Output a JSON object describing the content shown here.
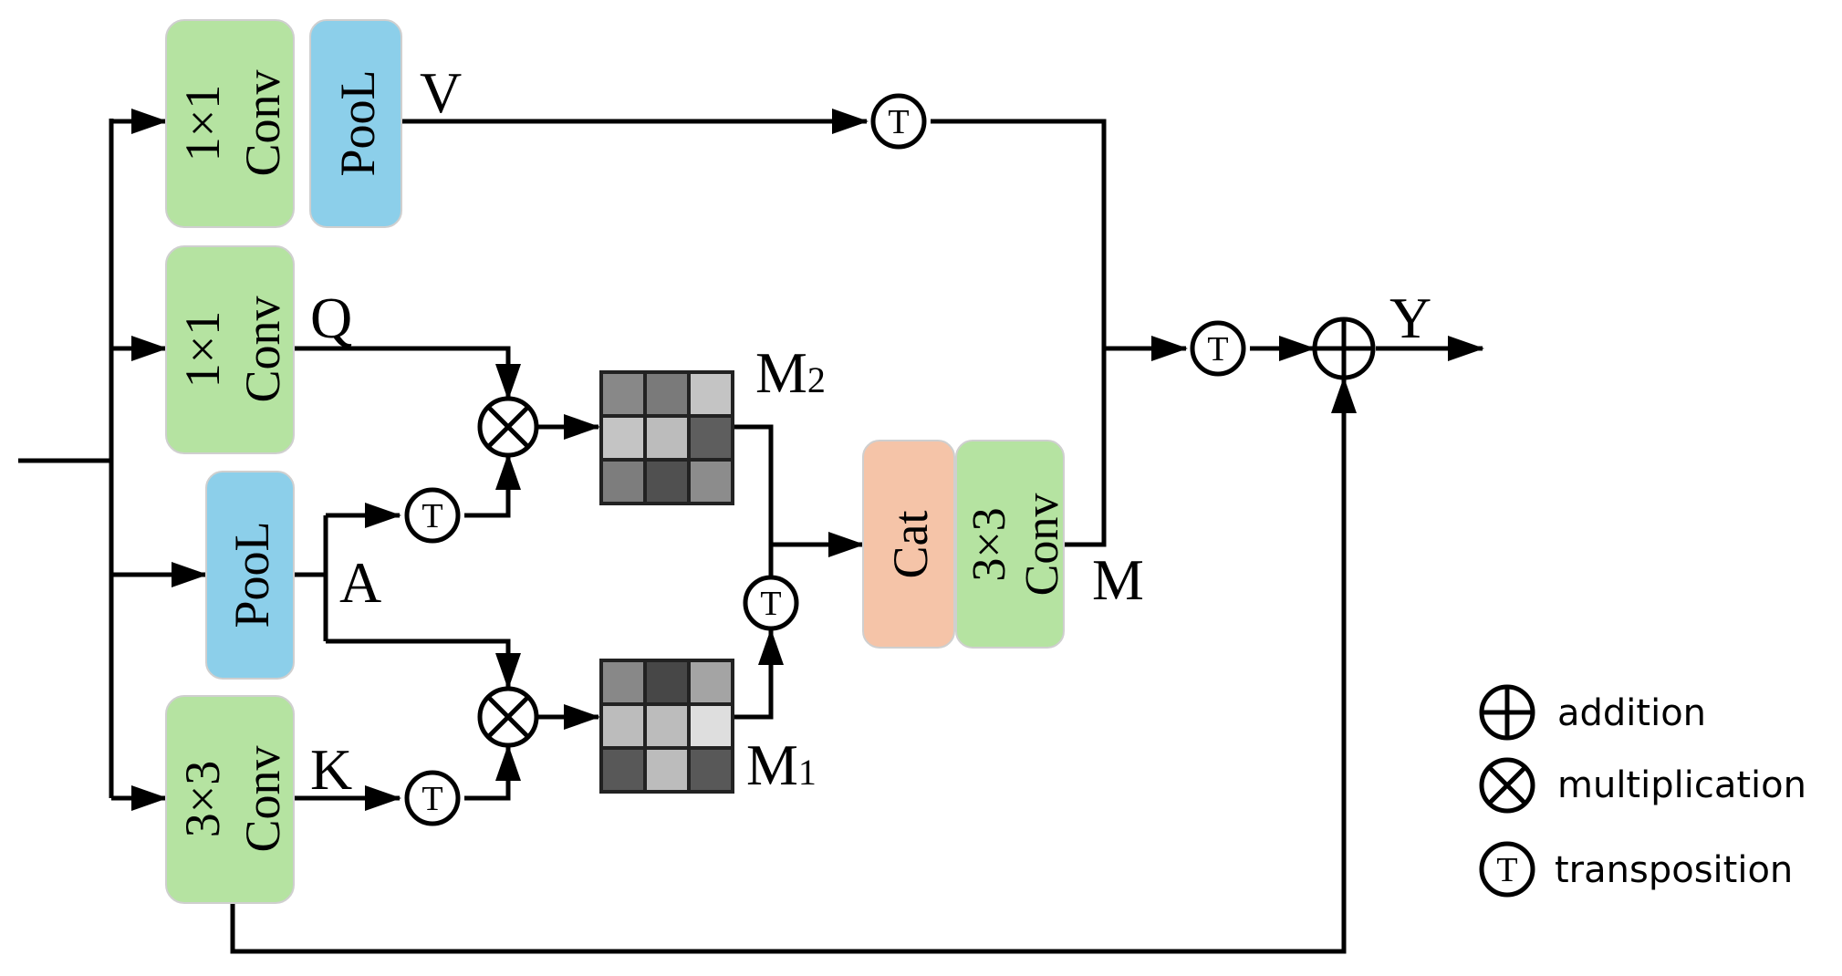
{
  "colors": {
    "conv": "#b5e3a1",
    "pool": "#8ccfea",
    "cat": "#f5c4a8",
    "line": "#000000",
    "box_border": "#cfcfcf"
  },
  "blocks": {
    "conv_v_kernel": "1×1",
    "conv_v_label": "Conv",
    "pool_v_label": "PooL",
    "conv_q_kernel": "1×1",
    "conv_q_label": "Conv",
    "pool_a_label": "PooL",
    "conv_k_kernel": "3×3",
    "conv_k_label": "Conv",
    "cat_label": "Cat",
    "conv_out_kernel": "3×3",
    "conv_out_label": "Conv"
  },
  "labels": {
    "V": "V",
    "Q": "Q",
    "A": "A",
    "K": "K",
    "M": "M",
    "Y": "Y",
    "M2_base": "M",
    "M2_sub": "2",
    "M1_base": "M",
    "M1_sub": "1"
  },
  "operators": {
    "transpose_symbol": "T"
  },
  "matrices": {
    "M2": [
      "#888888",
      "#7a7a7a",
      "#c4c4c4",
      "#c4c4c4",
      "#bcbcbc",
      "#5e5e5e",
      "#7d7d7d",
      "#505050",
      "#8c8c8c"
    ],
    "M1": [
      "#888888",
      "#474747",
      "#a4a4a4",
      "#bcbcbc",
      "#bcbcbc",
      "#dedede",
      "#585858",
      "#bcbcbc",
      "#585858"
    ]
  },
  "legend": {
    "addition": "addition",
    "multiplication": "multiplication",
    "transposition": "transposition"
  }
}
